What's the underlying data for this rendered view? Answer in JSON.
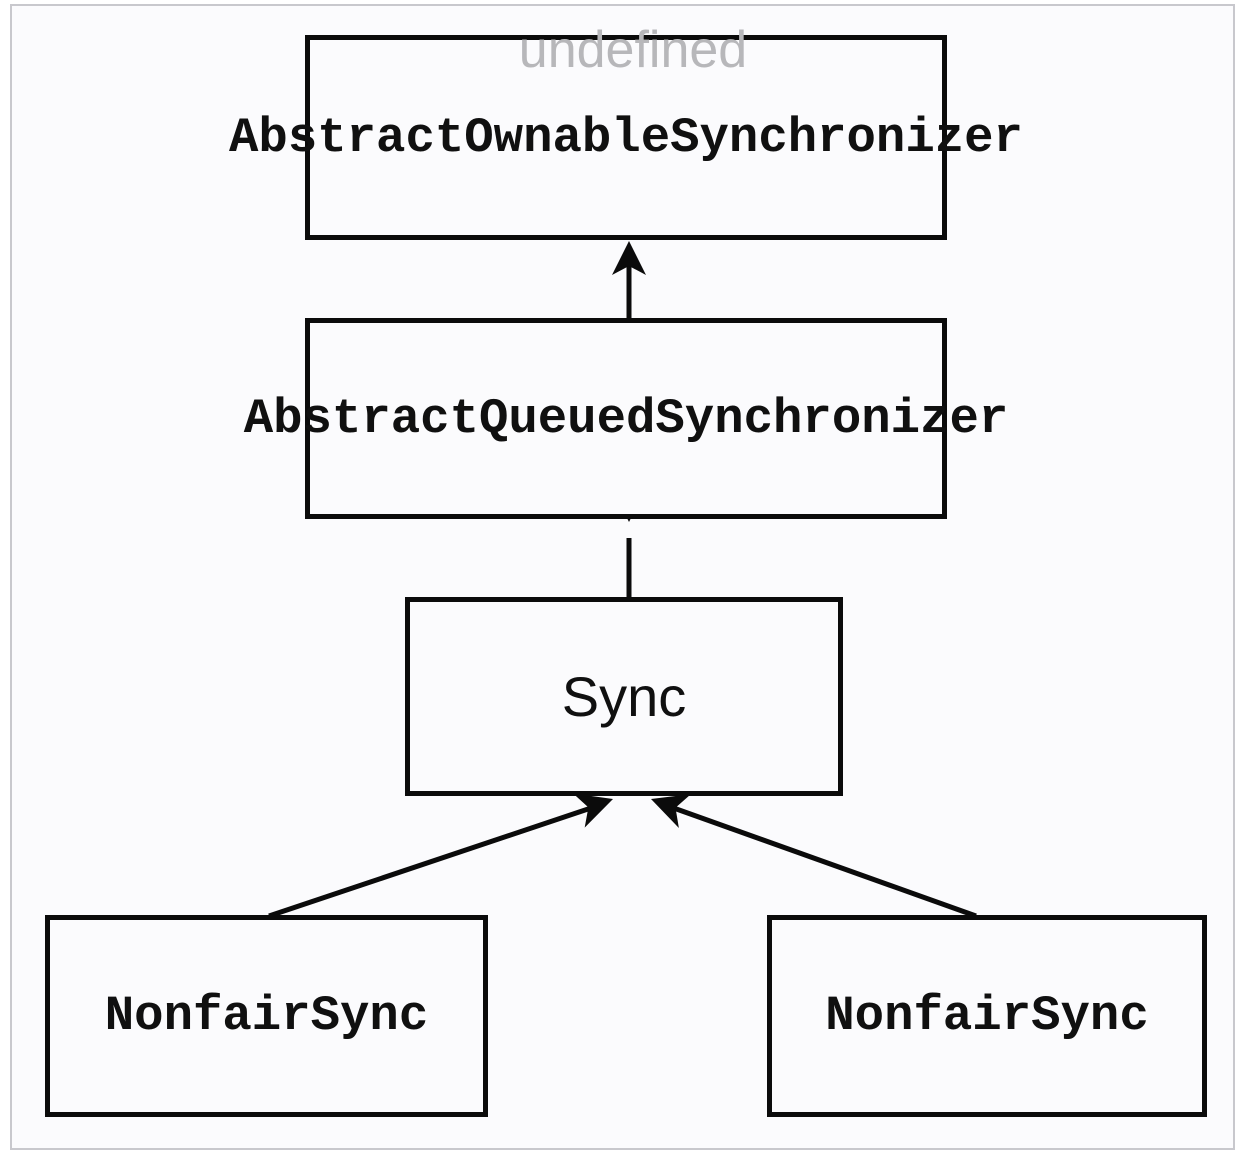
{
  "diagram": {
    "watermark": "undefined",
    "nodes": [
      {
        "id": "abstract-ownable-synchronizer",
        "label": "AbstractOwnableSynchronizer",
        "font": "monospace"
      },
      {
        "id": "abstract-queued-synchronizer",
        "label": "AbstractQueuedSynchronizer",
        "font": "monospace"
      },
      {
        "id": "sync",
        "label": "Sync",
        "font": "sans-serif"
      },
      {
        "id": "nonfair-sync-left",
        "label": "NonfairSync",
        "font": "monospace"
      },
      {
        "id": "nonfair-sync-right",
        "label": "NonfairSync",
        "font": "monospace"
      }
    ],
    "edges": [
      {
        "from": "AbstractQueuedSynchronizer",
        "to": "AbstractOwnableSynchronizer",
        "type": "inheritance-arrow"
      },
      {
        "from": "Sync",
        "to": "AbstractQueuedSynchronizer",
        "type": "inheritance-arrow"
      },
      {
        "from": "NonfairSync (left)",
        "to": "Sync",
        "type": "inheritance-arrow"
      },
      {
        "from": "NonfairSync (right)",
        "to": "Sync",
        "type": "inheritance-arrow"
      }
    ],
    "colors": {
      "box_border": "#0b0b0b",
      "text": "#101010",
      "watermark": "#b7b7ba",
      "frame_border": "#c8c8cd",
      "canvas_background": "#fbfbfd"
    }
  }
}
